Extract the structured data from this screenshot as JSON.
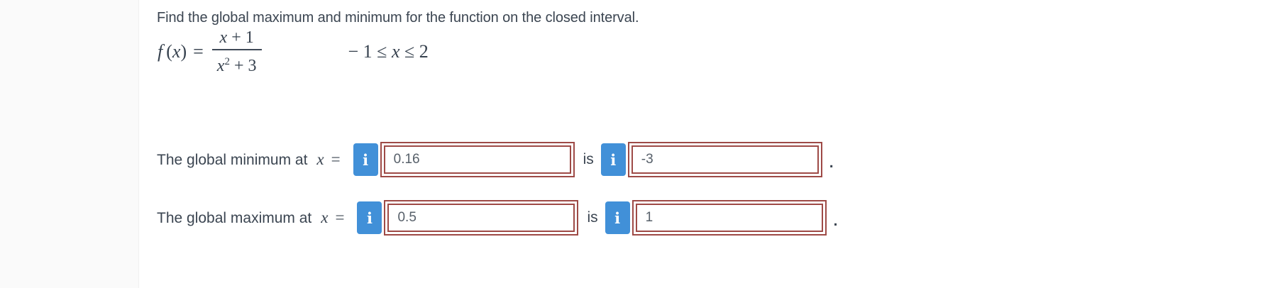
{
  "question": {
    "prompt": "Find the global maximum and minimum for the function on the closed interval.",
    "formula": {
      "f": "f",
      "open": "(",
      "var": "x",
      "close": ")",
      "equals": "=",
      "numerator": {
        "var": "x",
        "rest": " + 1"
      },
      "denominator": {
        "var": "x",
        "sup": "2",
        "rest": " + 3"
      },
      "interval": {
        "pre": "− 1 ≤ ",
        "var": "x",
        "post": " ≤ 2"
      }
    }
  },
  "ui": {
    "info_glyph": "i"
  },
  "colors": {
    "accent_blue": "#4190d8",
    "incorrect_border": "#9e4a46",
    "text_dark": "#3b4551",
    "value_text": "#57606a",
    "left_rail": "#fafafa"
  },
  "answers": [
    {
      "label": "The global minimum at",
      "var": "x",
      "equals": "=",
      "x_value": "0.16",
      "is_label": "is",
      "value": "-3",
      "end_punctuation": "."
    },
    {
      "label": "The global maximum at",
      "var": "x",
      "equals": "=",
      "x_value": "0.5",
      "is_label": "is",
      "value": "1",
      "end_punctuation": "."
    }
  ]
}
